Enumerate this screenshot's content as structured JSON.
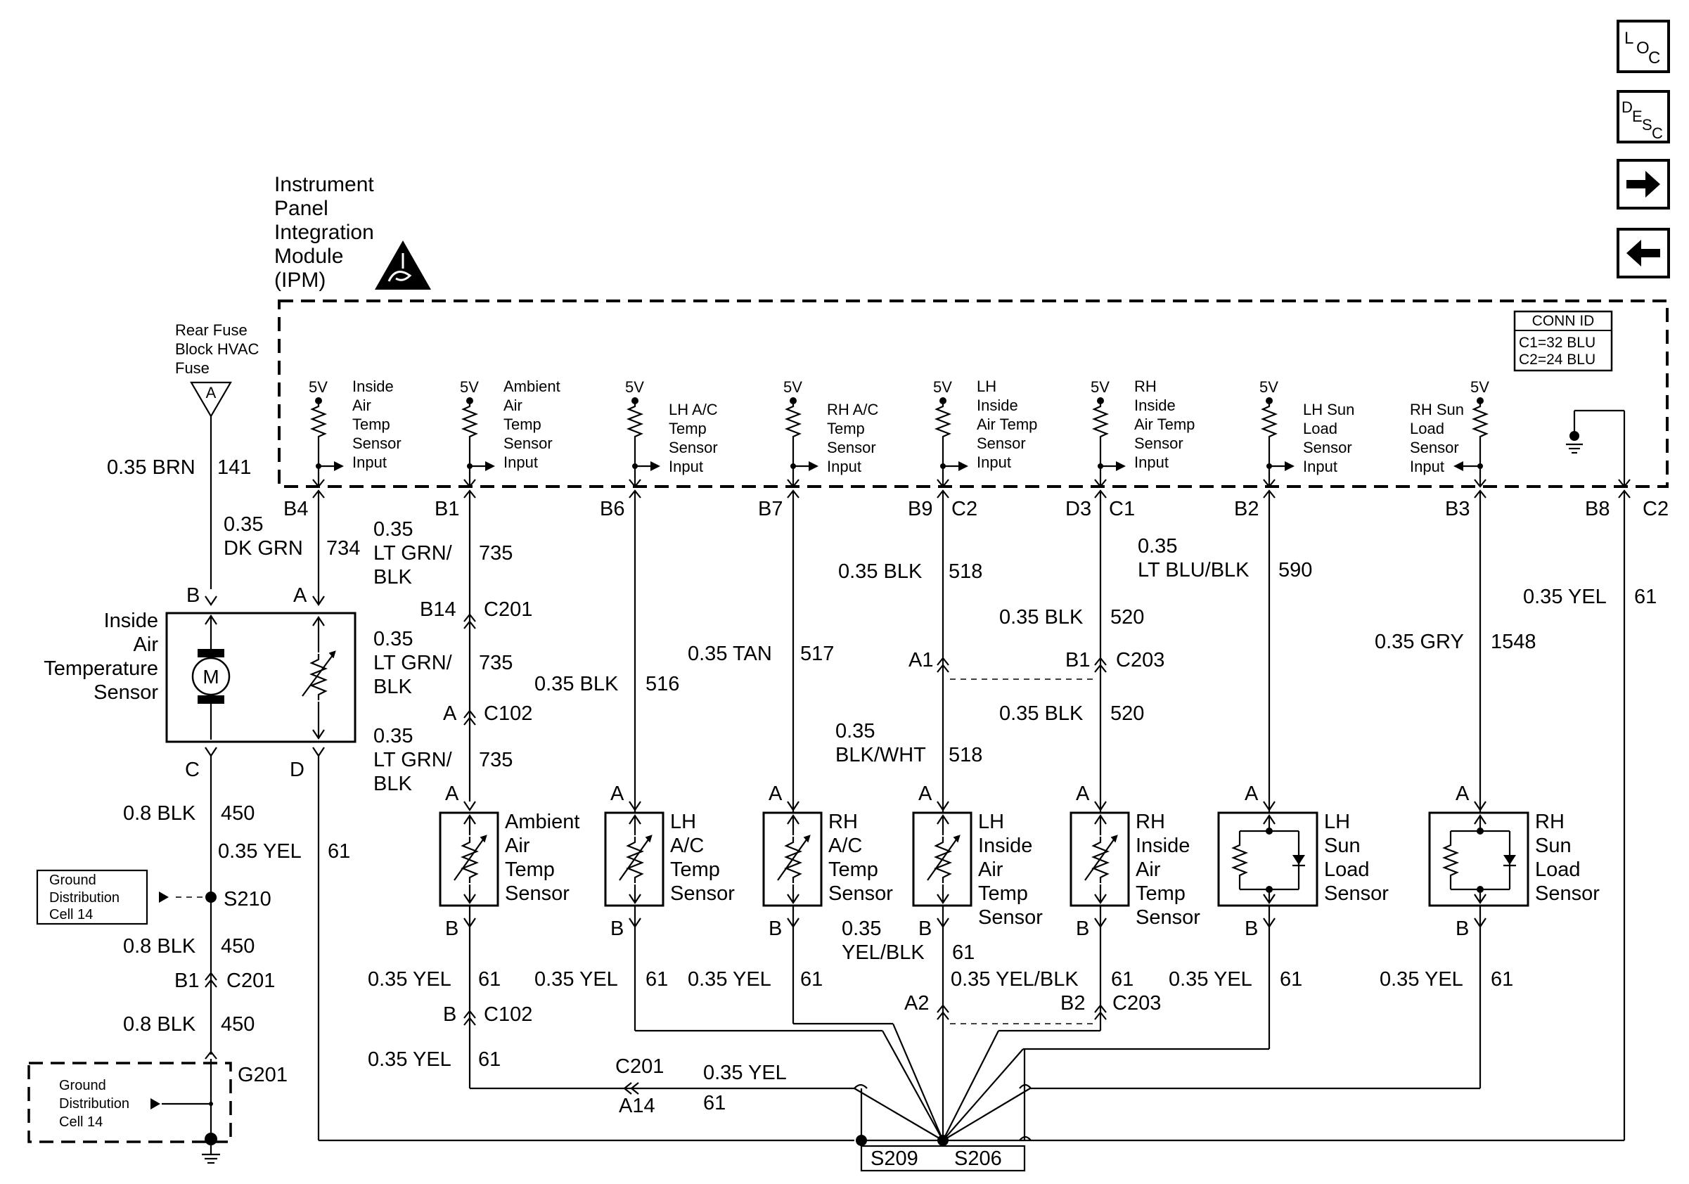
{
  "nav": {
    "loc": {
      "top": "L",
      "mid": "O",
      "sub": "C"
    },
    "desc": {
      "top": "D",
      "mid": "E",
      "mid2": "S",
      "sub": "C"
    }
  },
  "module": {
    "title_lines": [
      "Instrument",
      "Panel",
      "Integration",
      "Module",
      "(IPM)"
    ]
  },
  "conn_id": {
    "title": "CONN ID",
    "lines": [
      "C1=32 BLU",
      "C2=24 BLU"
    ]
  },
  "fuse": {
    "lines": [
      "Rear Fuse",
      "Block HVAC",
      "Fuse"
    ],
    "terminal": "A"
  },
  "inputs": [
    {
      "v": "5V",
      "lines": [
        "Inside",
        "Air",
        "Temp",
        "Sensor",
        "Input"
      ],
      "pin": "B4"
    },
    {
      "v": "5V",
      "lines": [
        "Ambient",
        "Air",
        "Temp",
        "Sensor",
        "Input"
      ],
      "pin": "B1"
    },
    {
      "v": "5V",
      "lines": [
        "LH A/C",
        "Temp",
        "Sensor",
        "Input"
      ],
      "pin": "B6"
    },
    {
      "v": "5V",
      "lines": [
        "RH A/C",
        "Temp",
        "Sensor",
        "Input"
      ],
      "pin": "B7"
    },
    {
      "v": "5V",
      "lines": [
        "LH",
        "Inside",
        "Air Temp",
        "Sensor",
        "Input"
      ],
      "pin": "B9",
      "conn": "C2"
    },
    {
      "v": "5V",
      "lines": [
        "RH",
        "Inside",
        "Air Temp",
        "Sensor",
        "Input"
      ],
      "pin": "D3",
      "conn": "C1"
    },
    {
      "v": "5V",
      "lines": [
        "LH Sun",
        "Load",
        "Sensor",
        "Input"
      ],
      "pin": "B2"
    },
    {
      "v": "5V",
      "lines": [
        "RH Sun",
        "Load",
        "Sensor",
        "Input"
      ],
      "pin": "B3"
    }
  ],
  "ground_pin": {
    "pin": "B8",
    "conn": "C2"
  },
  "wires": {
    "brn141": {
      "gauge": "0.35 BRN",
      "circuit": "141"
    },
    "dkgrn734": {
      "gauge_lines": [
        "0.35",
        "DK GRN"
      ],
      "circuit": "734"
    },
    "ltgrn735_a": {
      "gauge_lines": [
        "0.35",
        "LT GRN/",
        "BLK"
      ],
      "circuit": "735"
    },
    "ltgrn735_b": {
      "gauge_lines": [
        "0.35",
        "LT GRN/",
        "BLK"
      ],
      "circuit": "735"
    },
    "ltgrn735_c": {
      "gauge_lines": [
        "0.35",
        "LT GRN/",
        "BLK"
      ],
      "circuit": "735"
    },
    "blk516": {
      "gauge": "0.35 BLK",
      "circuit": "516"
    },
    "tan517": {
      "gauge": "0.35 TAN",
      "circuit": "517"
    },
    "blk518": {
      "gauge": "0.35 BLK",
      "circuit": "518"
    },
    "blkwht518": {
      "gauge_lines": [
        "0.35",
        "BLK/WHT"
      ],
      "circuit": "518"
    },
    "blk520_a": {
      "gauge": "0.35 BLK",
      "circuit": "520"
    },
    "blk520_b": {
      "gauge": "0.35 BLK",
      "circuit": "520"
    },
    "ltblu590": {
      "gauge_lines": [
        "0.35",
        "LT BLU/BLK"
      ],
      "circuit": "590"
    },
    "gry1548": {
      "gauge": "0.35 GRY",
      "circuit": "1548"
    },
    "yel61_right": {
      "gauge": "0.35 YEL",
      "circuit": "61"
    },
    "blk450_a": {
      "gauge": "0.8 BLK",
      "circuit": "450"
    },
    "yel61_d": {
      "gauge": "0.35 YEL",
      "circuit": "61"
    },
    "blk450_b": {
      "gauge": "0.8 BLK",
      "circuit": "450"
    },
    "blk450_c": {
      "gauge": "0.8 BLK",
      "circuit": "450"
    },
    "yel61_amb_b": {
      "gauge": "0.35 YEL",
      "circuit": "61"
    },
    "yel61_amb_c": {
      "gauge": "0.35 YEL",
      "circuit": "61"
    },
    "yel61_lhac": {
      "gauge": "0.35 YEL",
      "circuit": "61"
    },
    "yel61_rhac": {
      "gauge": "0.35 YEL",
      "circuit": "61"
    },
    "yelblk61_lhin": {
      "gauge_lines": [
        "0.35",
        "YEL/BLK"
      ],
      "circuit": "61"
    },
    "yelblk61_rhin": {
      "gauge": "0.35 YEL/BLK",
      "circuit": "61"
    },
    "yel61_lhsun": {
      "gauge": "0.35 YEL",
      "circuit": "61"
    },
    "yel61_rhsun": {
      "gauge": "0.35 YEL",
      "circuit": "61"
    },
    "yel61_bottom": {
      "gauge": "0.35 YEL",
      "circuit": "61"
    }
  },
  "connectors": {
    "b14_c201": {
      "pin": "B14",
      "conn": "C201"
    },
    "a_c102": {
      "pin": "A",
      "conn": "C102"
    },
    "b_c102": {
      "pin": "B",
      "conn": "C102"
    },
    "a1_c203": {
      "pin_left": "A1",
      "pin_right": "B1",
      "conn": "C203"
    },
    "a2_c203": {
      "pin_left": "A2",
      "pin_right": "B2",
      "conn": "C203"
    },
    "b1_c201": {
      "pin": "B1",
      "conn": "C201"
    },
    "c201_a14": {
      "conn": "C201",
      "pin": "A14"
    }
  },
  "inside_air_sensor": {
    "lines": [
      "Inside",
      "Air",
      "Temperature",
      "Sensor"
    ],
    "motor": "M",
    "pins": {
      "b": "B",
      "a": "A",
      "c": "C",
      "d": "D"
    }
  },
  "sensors": [
    {
      "lines": [
        "Ambient",
        "Air",
        "Temp",
        "Sensor"
      ],
      "pin_top": "A",
      "pin_bot": "B"
    },
    {
      "lines": [
        "LH",
        "A/C",
        "Temp",
        "Sensor"
      ],
      "pin_top": "A",
      "pin_bot": "B"
    },
    {
      "lines": [
        "RH",
        "A/C",
        "Temp",
        "Sensor"
      ],
      "pin_top": "A",
      "pin_bot": "B"
    },
    {
      "lines": [
        "LH",
        "Inside",
        "Air",
        "Temp",
        "Sensor"
      ],
      "pin_top": "A",
      "pin_bot": "B"
    },
    {
      "lines": [
        "RH",
        "Inside",
        "Air",
        "Temp",
        "Sensor"
      ],
      "pin_top": "A",
      "pin_bot": "B"
    },
    {
      "lines": [
        "LH",
        "Sun",
        "Load",
        "Sensor"
      ],
      "pin_top": "A",
      "pin_bot": "B"
    },
    {
      "lines": [
        "RH",
        "Sun",
        "Load",
        "Sensor"
      ],
      "pin_top": "A",
      "pin_bot": "B"
    }
  ],
  "splices": {
    "s210": "S210",
    "s209": "S209",
    "s206": "S206"
  },
  "ground": {
    "label": "G201"
  },
  "ground_dist_1": {
    "lines": [
      "Ground",
      "Distribution",
      "Cell 14"
    ]
  },
  "ground_dist_2": {
    "lines": [
      "Ground",
      "Distribution",
      "Cell 14"
    ]
  }
}
